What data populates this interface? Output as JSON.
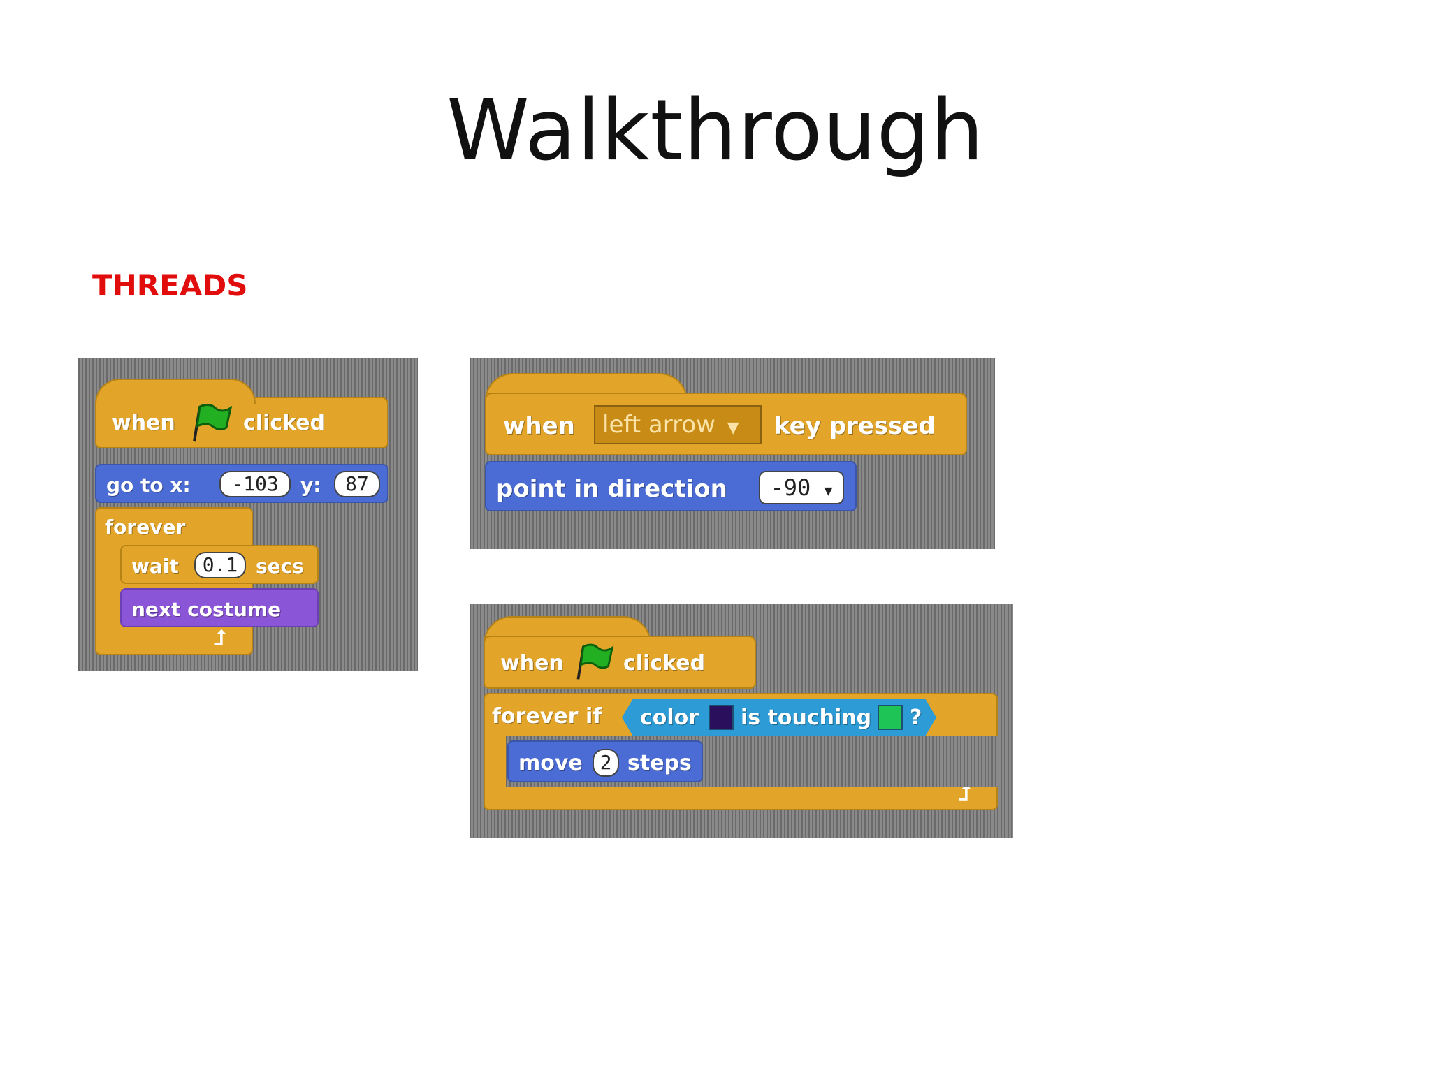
{
  "slide": {
    "title": "Walkthrough",
    "subtitle": "THREADS"
  },
  "colors": {
    "control": "#e2a52a",
    "motion": "#4a6cd4",
    "looks": "#8a55d7",
    "sensing": "#2c9bd6",
    "subtitle": "#e10c0c",
    "touch_color_1": "#2a0f5c",
    "touch_color_2": "#1ec455"
  },
  "script1": {
    "hat_when": "when",
    "hat_icon": "green-flag-icon",
    "hat_clicked": "clicked",
    "goto_label": "go to x:",
    "goto_x": "-103",
    "goto_y_label": "y:",
    "goto_y": "87",
    "forever_label": "forever",
    "wait_label": "wait",
    "wait_value": "0.1",
    "wait_unit": "secs",
    "next_costume_label": "next costume"
  },
  "script2": {
    "hat_when": "when",
    "key_value": "left arrow",
    "key_pressed": "key pressed",
    "point_label": "point in direction",
    "direction_value": "-90"
  },
  "script3": {
    "hat_when": "when",
    "hat_icon": "green-flag-icon",
    "hat_clicked": "clicked",
    "forever_if_label": "forever if",
    "color_label": "color",
    "is_touching_label": "is touching",
    "question": "?",
    "move_label": "move",
    "move_value": "2",
    "steps_label": "steps"
  }
}
